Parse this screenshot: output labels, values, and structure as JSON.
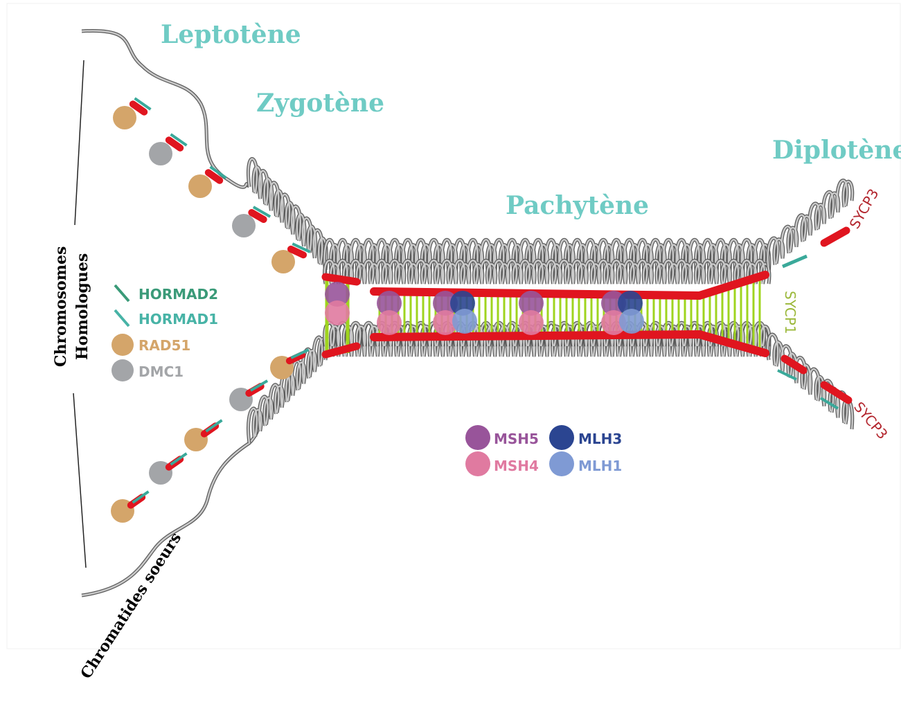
{
  "stages": {
    "leptotene": "Leptotène",
    "zygotene": "Zygotène",
    "pachytene": "Pachytène",
    "diplotene": "Diplotène"
  },
  "side_labels": {
    "homologs_line1": "Chromosomes",
    "homologs_line2": "Homologues",
    "sisters": "Chromatides soeurs"
  },
  "legend_left": [
    {
      "label": "HORMAD2",
      "color": "#3a9a78",
      "shape": "dash"
    },
    {
      "label": "HORMAD1",
      "color": "#47b3a6",
      "shape": "dash"
    },
    {
      "label": "RAD51",
      "color": "#d4a56a",
      "shape": "circle"
    },
    {
      "label": "DMC1",
      "color": "#a3a5a8",
      "shape": "circle"
    }
  ],
  "legend_bottom": [
    {
      "label": "MSH5",
      "color": "#98549a"
    },
    {
      "label": "MLH3",
      "color": "#2b4591"
    },
    {
      "label": "MSH4",
      "color": "#e07aa0"
    },
    {
      "label": "MLH1",
      "color": "#7f9ad4"
    }
  ],
  "protein_labels": {
    "sycp1": "SYCP1",
    "sycp3_top": "SYCP3",
    "sycp3_bottom": "SYCP3"
  },
  "colors": {
    "stage_text": "#6fcbc4",
    "chromatin": "#8c8c8c",
    "axis_red": "#e0151f",
    "sycp1_green": "#9fd41e",
    "hormad_teal": "#3aa99a",
    "sycp3_text": "#b3262e",
    "sycp1_text": "#9bb83a"
  }
}
